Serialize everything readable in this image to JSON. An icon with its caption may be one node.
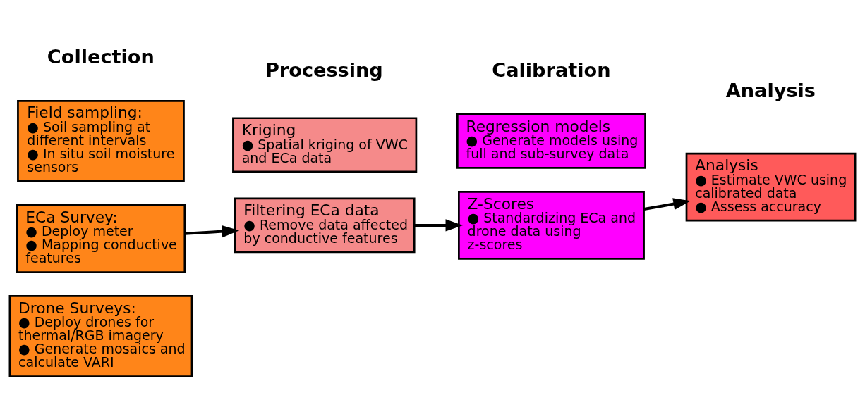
{
  "diagram": {
    "nodes": [
      {
        "text": [
          "Field sampling:",
          "● Soil sampling at different intervals",
          "● In situ soil moisture sensors"
        ]
      },
      {
        "text": [
          "ECa Survey:",
          "● Deploy meter",
          "● Mapping conductive features"
        ]
      },
      {
        "text": [
          "Drone Surveys:",
          "● Deploy drones for thermal/RGB imagery",
          "● Generate mosaics and calculate VARI"
        ]
      },
      {
        "text": [
          "Kriging",
          "● Spatial kriging of VWC and ECa data"
        ]
      },
      {
        "text": [
          "Filtering ECa data",
          "● Remove data affected by conductive features"
        ]
      },
      {
        "text": [
          "Regression models",
          "● Generate models using full and sub-survey data"
        ]
      },
      {
        "text": [
          "Z-Scores",
          "● Standardizing ECa and drone data using z-scores"
        ]
      },
      {
        "text": [
          "Analysis",
          "● Estimate VWC using calibrated data",
          "● Assess accuracy"
        ]
      }
    ],
    "edges": [
      {
        "from": 1,
        "to": 4,
        "arrow": "to"
      },
      {
        "from": 4,
        "to": 6,
        "arrow": "to"
      },
      {
        "from": 6,
        "to": 7,
        "arrow": "to"
      }
    ],
    "labels": [
      "Collection",
      "Processing",
      "Calibration",
      "Analysis"
    ]
  }
}
